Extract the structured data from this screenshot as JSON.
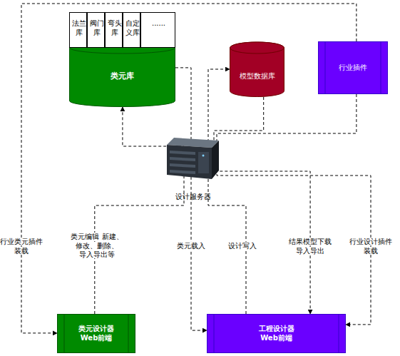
{
  "diagram": {
    "nodes": [
      {
        "text": [
          "类元库"
        ]
      },
      {
        "text": [
          "法兰库"
        ],
        "in": 0
      },
      {
        "text": [
          "阀门库"
        ],
        "in": 0
      },
      {
        "text": [
          "弯头库"
        ],
        "in": 0
      },
      {
        "text": [
          "自定义库"
        ],
        "in": 0
      },
      {
        "text": [
          "......"
        ],
        "in": 0
      },
      {
        "text": [
          "模型数据库"
        ]
      },
      {
        "text": [
          "行业插件"
        ]
      },
      {
        "text": [
          "设计服务器"
        ]
      },
      {
        "text": [
          "类元设计器 Web前端"
        ]
      },
      {
        "text": [
          "工程设计器 Web前端"
        ]
      }
    ],
    "edges": [
      {
        "from": 9,
        "to": 0,
        "label": "类元编辑 新建、修改、删除、 导入导出等",
        "arrow": "to"
      },
      {
        "from": 7,
        "to": 9,
        "label": "行业类元插件 装载",
        "arrow": "to"
      },
      {
        "from": 0,
        "to": 10,
        "label": "类元载入",
        "arrow": "to"
      },
      {
        "from": 10,
        "to": 6,
        "label": "设计写入",
        "arrow": "to"
      },
      {
        "from": 6,
        "to": 10,
        "label": "结果模型下载 导入导出",
        "arrow": "to"
      },
      {
        "from": 7,
        "to": 10,
        "label": "行业设计插件 装载",
        "arrow": "to"
      }
    ]
  }
}
